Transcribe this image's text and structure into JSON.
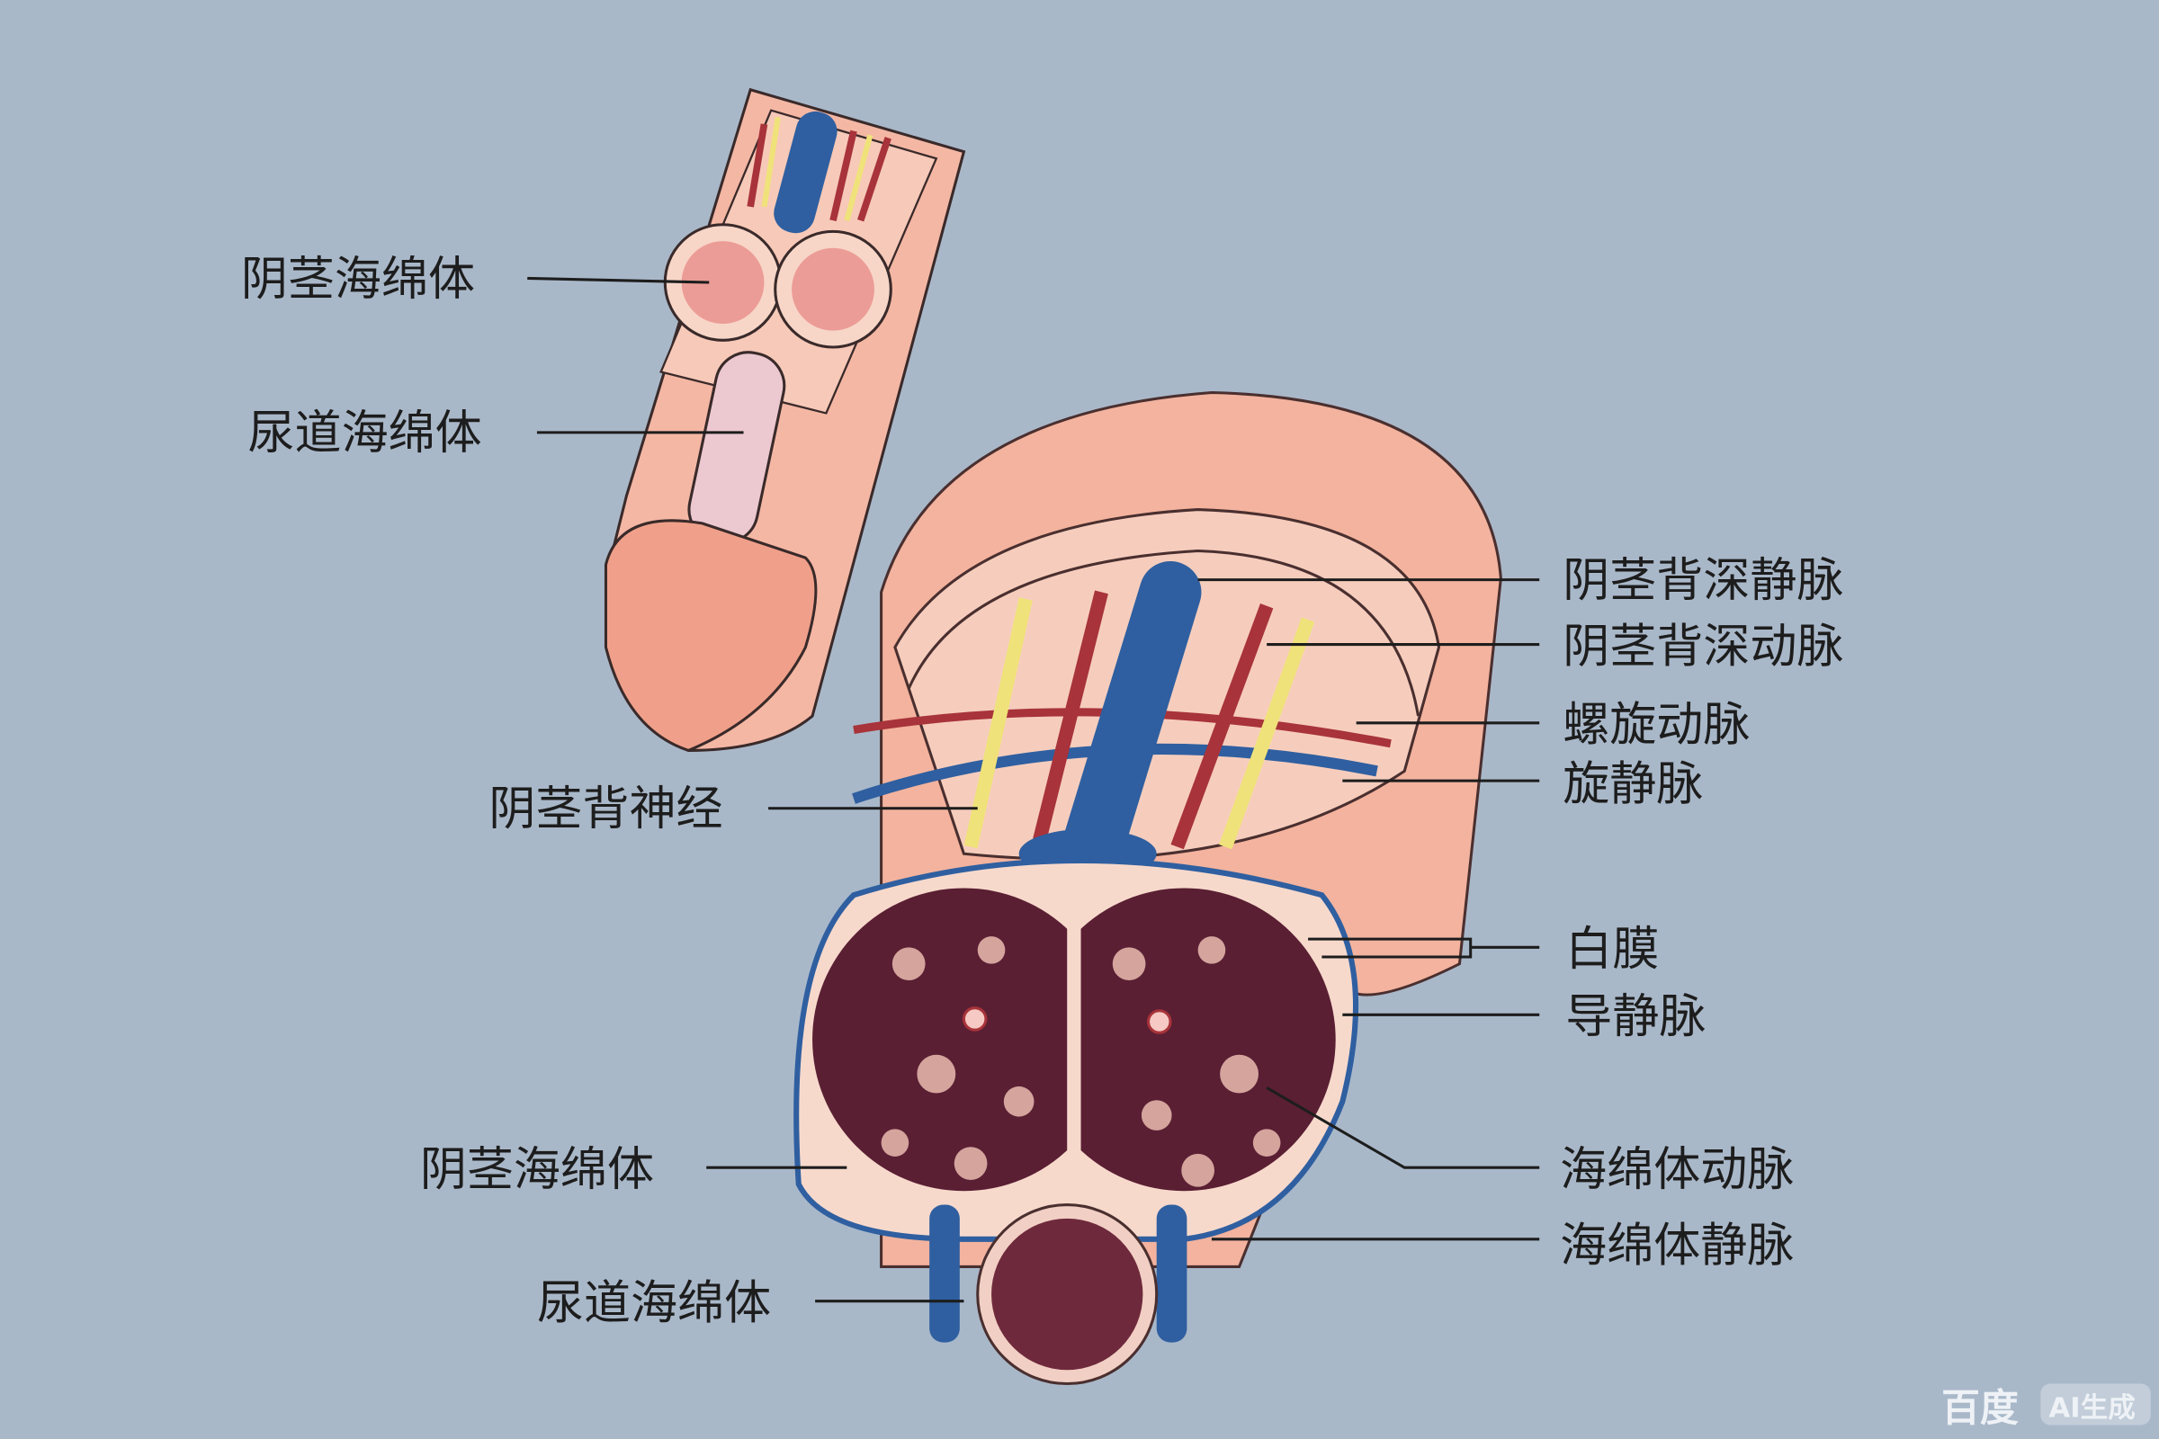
{
  "labels": {
    "upper_corpus_cavernosum": "阴茎海绵体",
    "upper_corpus_spongiosum": "尿道海绵体",
    "deep_dorsal_vein": "阴茎背深静脉",
    "deep_dorsal_artery": "阴茎背深动脉",
    "helicine_artery": "螺旋动脉",
    "circumflex_vein": "旋静脉",
    "dorsal_nerve": "阴茎背神经",
    "tunica_albuginea": "白膜",
    "emissary_vein": "导静脉",
    "lower_corpus_cavernosum": "阴茎海绵体",
    "cavernous_artery": "海绵体动脉",
    "cavernous_vein": "海绵体静脉",
    "lower_corpus_spongiosum": "尿道海绵体"
  },
  "watermark": {
    "brand": "百度",
    "badge": "AI生成"
  },
  "colors": {
    "background": "#a9b8c9",
    "skin": "#f2a892",
    "vein": "#2f5fa0",
    "artery": "#a8333a",
    "nerve": "#f0e27a",
    "erectile": "#5a1f33"
  }
}
